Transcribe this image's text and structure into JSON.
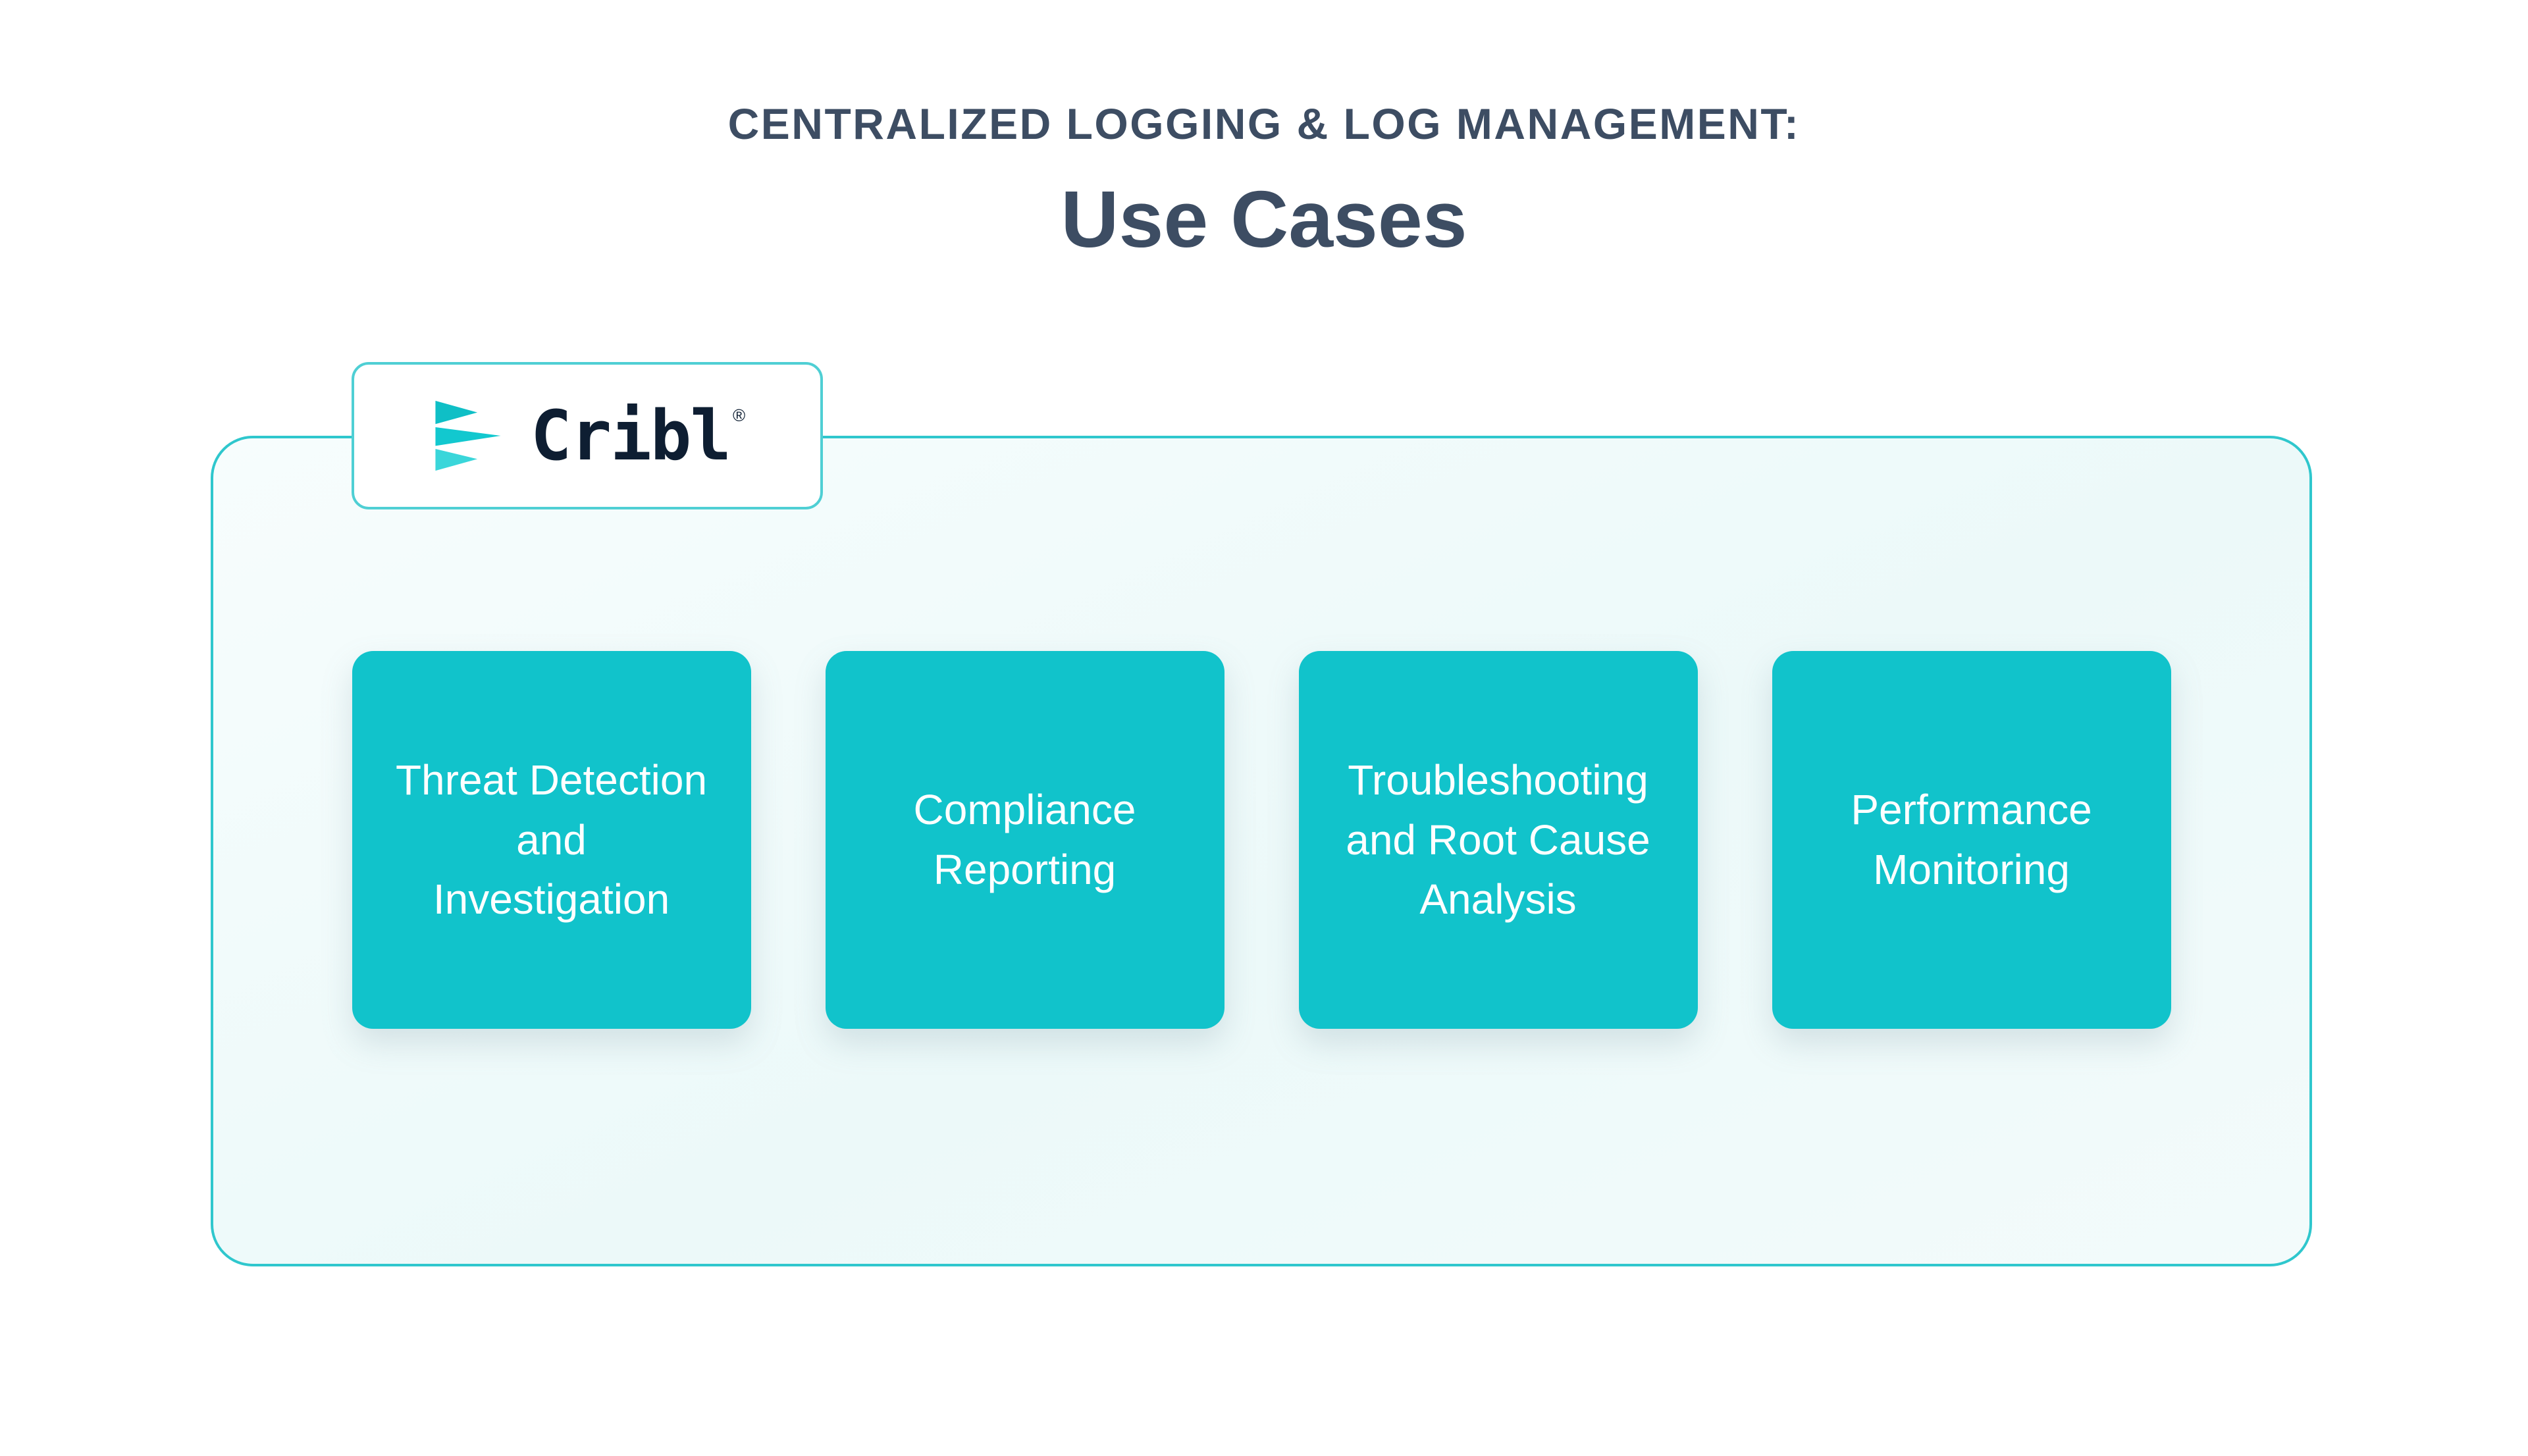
{
  "header": {
    "eyebrow": "CENTRALIZED LOGGING & LOG MANAGEMENT:",
    "title": "Use Cases"
  },
  "brand": {
    "name": "Cribl",
    "registered_mark": "®"
  },
  "panel": {
    "use_cases": [
      {
        "label": "Threat Detection and Investigation",
        "lines": [
          "Threat Detection",
          "and",
          "Investigation"
        ]
      },
      {
        "label": "Compliance Reporting",
        "lines": [
          "Compliance",
          "Reporting"
        ]
      },
      {
        "label": "Troubleshooting and Root Cause Analysis",
        "lines": [
          "Troubleshooting",
          "and Root Cause",
          "Analysis"
        ]
      },
      {
        "label": "Performance Monitoring",
        "lines": [
          "Performance",
          "Monitoring"
        ]
      }
    ]
  },
  "icons": {
    "cribl_logo": "cribl-triangles-icon"
  },
  "colors": {
    "accent_teal": "#11C3CB",
    "panel_border": "#2FC7CD",
    "badge_border": "#4FCFD4",
    "panel_background": "#EFF9F9",
    "heading_text": "#3D4D63",
    "card_text": "#FFFFFF",
    "wordmark_text": "#0E1E32",
    "page_background": "#FFFFFF"
  }
}
